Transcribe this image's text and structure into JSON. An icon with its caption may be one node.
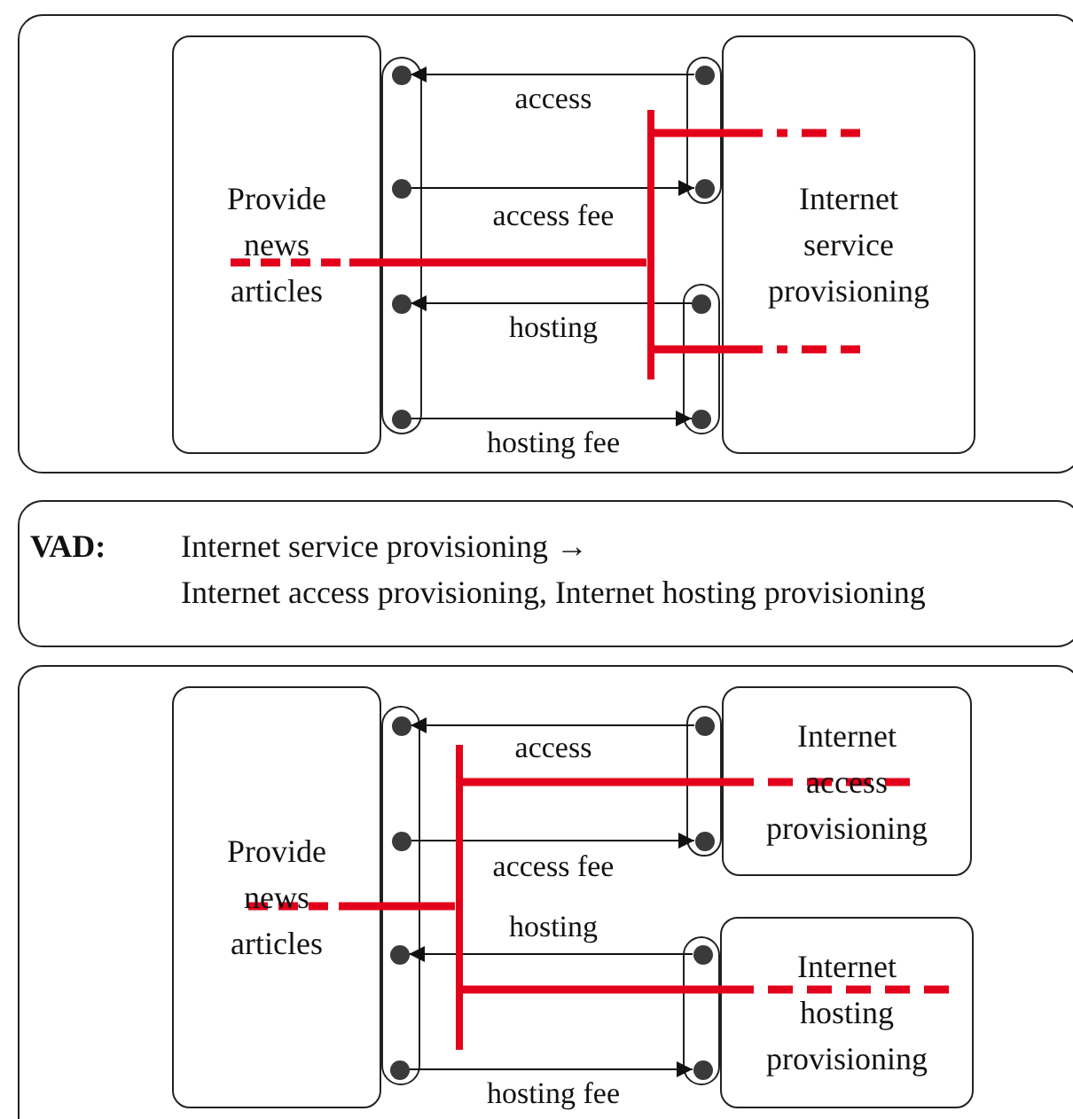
{
  "diagram": {
    "nodes": [
      {
        "text": [],
        "shape": "box"
      },
      {
        "text": [
          "Provide news articles"
        ],
        "in": 0
      },
      {
        "text": [],
        "shape": "box",
        "in": 0
      },
      {
        "text": [],
        "shape": "circle",
        "in": 2
      },
      {
        "text": [],
        "shape": "circle",
        "in": 2
      },
      {
        "text": [],
        "shape": "circle",
        "in": 2
      },
      {
        "text": [],
        "shape": "circle",
        "in": 2
      },
      {
        "text": [
          "Internet service provisioning"
        ],
        "in": 0
      },
      {
        "text": [],
        "shape": "box",
        "in": 0
      },
      {
        "text": [],
        "shape": "circle",
        "in": 8
      },
      {
        "text": [],
        "shape": "circle",
        "in": 8
      },
      {
        "text": [],
        "shape": "box",
        "in": 0
      },
      {
        "text": [],
        "shape": "circle",
        "in": 11
      },
      {
        "text": [],
        "shape": "circle",
        "in": 11
      },
      {
        "text": [],
        "shape": "bar",
        "in": 0
      },
      {
        "text": [
          "VAD:",
          "Internet service provisioning →",
          "Internet access provisioning, Internet hosting provisioning"
        ]
      },
      {
        "text": [],
        "shape": "box"
      },
      {
        "text": [
          "Provide news articles"
        ],
        "in": 16
      },
      {
        "text": [],
        "shape": "box",
        "in": 16
      },
      {
        "text": [],
        "shape": "circle",
        "in": 18
      },
      {
        "text": [],
        "shape": "circle",
        "in": 18
      },
      {
        "text": [],
        "shape": "circle",
        "in": 18
      },
      {
        "text": [],
        "shape": "circle",
        "in": 18
      },
      {
        "text": [
          "Internet access provisioning"
        ],
        "in": 16
      },
      {
        "text": [],
        "shape": "box",
        "in": 16
      },
      {
        "text": [],
        "shape": "circle",
        "in": 24
      },
      {
        "text": [],
        "shape": "circle",
        "in": 24
      },
      {
        "text": [
          "Internet hosting provisioning"
        ],
        "in": 16
      },
      {
        "text": [],
        "shape": "box",
        "in": 16
      },
      {
        "text": [],
        "shape": "circle",
        "in": 28
      },
      {
        "text": [],
        "shape": "circle",
        "in": 28
      },
      {
        "text": [],
        "shape": "bar",
        "in": 16
      }
    ],
    "edges": [
      {
        "from": 9,
        "to": 3,
        "arrow": "to",
        "label": "access"
      },
      {
        "from": 4,
        "to": 10,
        "arrow": "to",
        "label": "access fee"
      },
      {
        "from": 12,
        "to": 5,
        "arrow": "to",
        "label": "hosting"
      },
      {
        "from": 6,
        "to": 13,
        "arrow": "to",
        "label": "hosting fee"
      },
      {
        "from": 1,
        "to": 14,
        "arrow": "none",
        "style": "thick",
        "color": "#e2001a"
      },
      {
        "from": 14,
        "to": 7,
        "arrow": "none",
        "style": "thick",
        "color": "#e2001a"
      },
      {
        "from": 14,
        "to": 7,
        "arrow": "none",
        "style": "thick",
        "color": "#e2001a"
      },
      {
        "from": 25,
        "to": 19,
        "arrow": "to",
        "label": "access"
      },
      {
        "from": 20,
        "to": 26,
        "arrow": "to",
        "label": "access fee"
      },
      {
        "from": 29,
        "to": 21,
        "arrow": "to",
        "label": "hosting"
      },
      {
        "from": 22,
        "to": 30,
        "arrow": "to",
        "label": "hosting fee"
      },
      {
        "from": 17,
        "to": 31,
        "arrow": "none",
        "style": "thick",
        "color": "#e2001a"
      },
      {
        "from": 31,
        "to": 23,
        "arrow": "none",
        "style": "thick",
        "color": "#e2001a"
      },
      {
        "from": 31,
        "to": 27,
        "arrow": "none",
        "style": "thick",
        "color": "#e2001a"
      }
    ]
  }
}
